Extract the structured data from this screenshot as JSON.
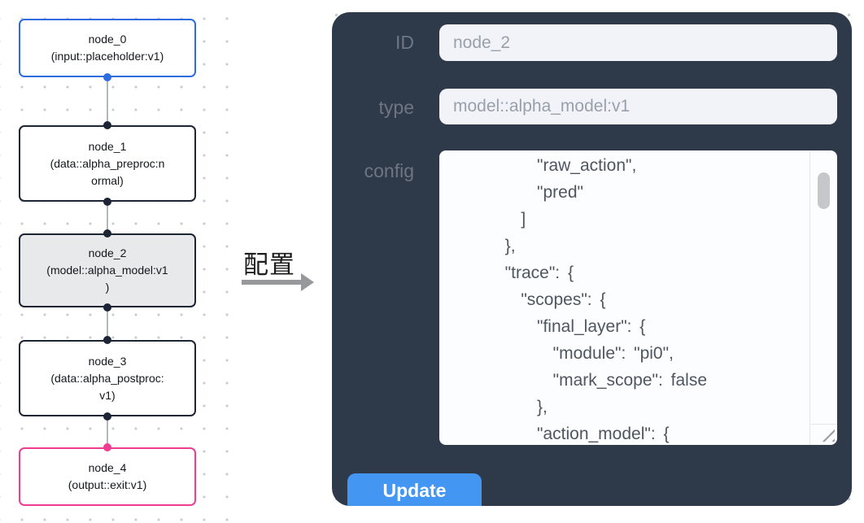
{
  "flow": {
    "nodes": [
      {
        "title": "node_0",
        "subtitle_lines": [
          "(input::placeholder:v1)"
        ],
        "border_color": "#2f6ce0",
        "fill": "#ffffff",
        "selected": false,
        "handle_bottom_color": "#2f6ce0"
      },
      {
        "title": "node_1",
        "subtitle_lines": [
          "(data::alpha_preproc:n",
          "ormal)"
        ],
        "border_color": "#1d2433",
        "fill": "#ffffff",
        "selected": false,
        "handle_top_color": "#1d2433",
        "handle_bottom_color": "#1d2433"
      },
      {
        "title": "node_2",
        "subtitle_lines": [
          "(model::alpha_model:v1",
          ")"
        ],
        "border_color": "#1d2433",
        "fill": "#e8e9eb",
        "selected": true,
        "handle_top_color": "#1d2433",
        "handle_bottom_color": "#1d2433"
      },
      {
        "title": "node_3",
        "subtitle_lines": [
          "(data::alpha_postproc:",
          "v1)"
        ],
        "border_color": "#1d2433",
        "fill": "#ffffff",
        "selected": false,
        "handle_top_color": "#1d2433",
        "handle_bottom_color": "#1d2433"
      },
      {
        "title": "node_4",
        "subtitle_lines": [
          "(output::exit:v1)"
        ],
        "border_color": "#ee3d8f",
        "fill": "#ffffff",
        "selected": false,
        "handle_top_color": "#ee3d8f"
      }
    ],
    "edge_color": "#b3b7be"
  },
  "annotation": {
    "label": "配置",
    "arrow_color": "#97989b"
  },
  "panel": {
    "bg_color": "#2e394a",
    "fields": {
      "id": {
        "label": "ID",
        "value": "node_2"
      },
      "type": {
        "label": "type",
        "value": "model::alpha_model:v1"
      },
      "config": {
        "label": "config",
        "lines": [
          "            \"raw_action\",",
          "            \"pred\"",
          "          ]",
          "        },",
          "        \"trace\": {",
          "          \"scopes\": {",
          "            \"final_layer\": {",
          "              \"module\": \"pi0\",",
          "              \"mark_scope\": false",
          "            },",
          "            \"action_model\": {"
        ]
      }
    },
    "update_button": {
      "label": "Update",
      "color": "#4496f3"
    }
  }
}
